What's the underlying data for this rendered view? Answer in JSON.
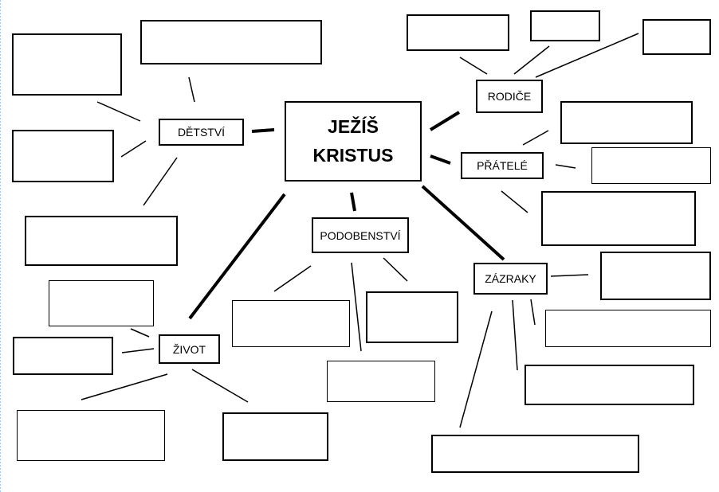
{
  "diagram": {
    "center": {
      "line1": "JEŽÍŠ",
      "line2": "KRISTUS"
    },
    "topics": {
      "detstvi": "DĚTSTVÍ",
      "rodice": "RODIČE",
      "pratele": "PŘÁTELÉ",
      "podobenstvi": "PODOBENSTVÍ",
      "zazraky": "ZÁZRAKY",
      "zivot": "ŽIVOT"
    },
    "stroke_color": "#000000"
  }
}
